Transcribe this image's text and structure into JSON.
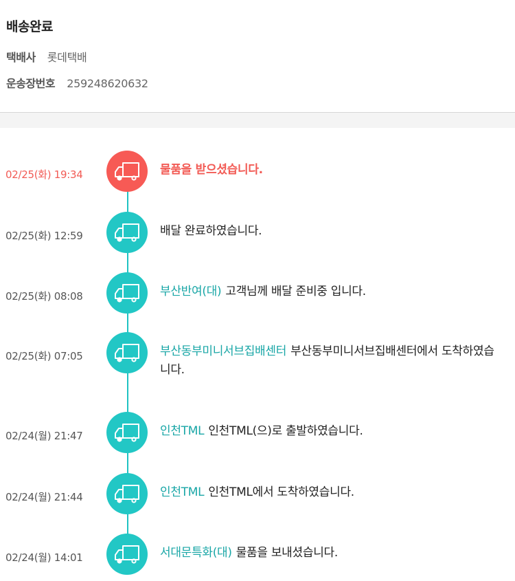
{
  "header": {
    "status_title": "배송완료",
    "carrier_label": "택배사",
    "carrier_value": "롯데택배",
    "waybill_label": "운송장번호",
    "waybill_value": "259248620632"
  },
  "icon": "delivery-truck-icon",
  "colors": {
    "accent": "#22c7c5",
    "location_text": "#18a6a6",
    "latest": "#f75a55",
    "divider": "#d6d6d6",
    "band": "#f4f4f4"
  },
  "events": [
    {
      "time": "02/25(화) 19:34",
      "location": "",
      "message": "물품을 받으셨습니다.",
      "latest": true
    },
    {
      "time": "02/25(화) 12:59",
      "location": "",
      "message": "배달 완료하였습니다.",
      "latest": false
    },
    {
      "time": "02/25(화) 08:08",
      "location": "부산반여(대)",
      "message": "고객님께 배달 준비중 입니다.",
      "latest": false
    },
    {
      "time": "02/25(화) 07:05",
      "location": "부산동부미니서브집배센터",
      "message": "부산동부미니서브집배센터에서 도착하였습니다.",
      "latest": false
    },
    {
      "time": "02/24(월) 21:47",
      "location": "인천TML",
      "message": "인천TML(으)로 출발하였습니다.",
      "latest": false
    },
    {
      "time": "02/24(월) 21:44",
      "location": "인천TML",
      "message": "인천TML에서 도착하였습니다.",
      "latest": false
    },
    {
      "time": "02/24(월) 14:01",
      "location": "서대문특화(대)",
      "message": "물품을 보내셨습니다.",
      "latest": false
    }
  ]
}
